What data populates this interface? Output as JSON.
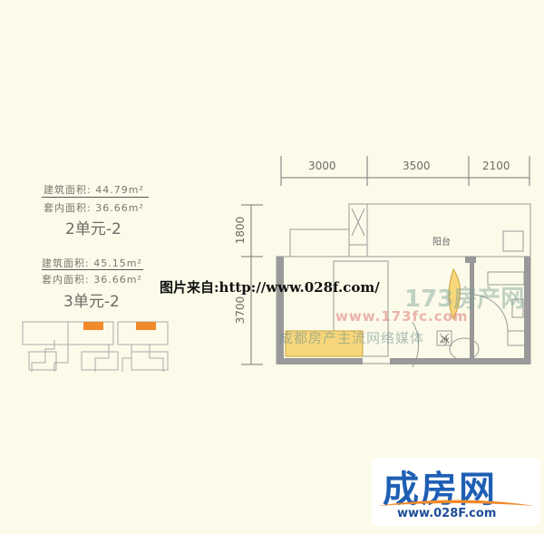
{
  "units": [
    {
      "gross_area": "建筑面积: 44.79m²",
      "net_area": "套内面积: 36.66m²",
      "name": "2单元-2"
    },
    {
      "gross_area": "建筑面积: 45.15m²",
      "net_area": "套内面积: 36.66m²",
      "name": "3单元-2"
    }
  ],
  "dimensions": {
    "horizontal": [
      "3000",
      "3500",
      "2100"
    ],
    "vertical": [
      "1800",
      "3700"
    ]
  },
  "rooms": {
    "balcony": "阳台",
    "fridge": "冰"
  },
  "watermarks": {
    "source": "图片来自:http://www.028f.com/",
    "site_name": "173房产网",
    "site_url": "www.173fc.com",
    "slogan": "成都房产主流网络媒体"
  },
  "logo": {
    "name": "成房网",
    "url": "www.028F.com"
  },
  "colors": {
    "background": "#fcfbe9",
    "highlight": "#f08a2a",
    "logo_blue": "#1e5fb4",
    "furniture_yellow": "#f7d77a"
  }
}
